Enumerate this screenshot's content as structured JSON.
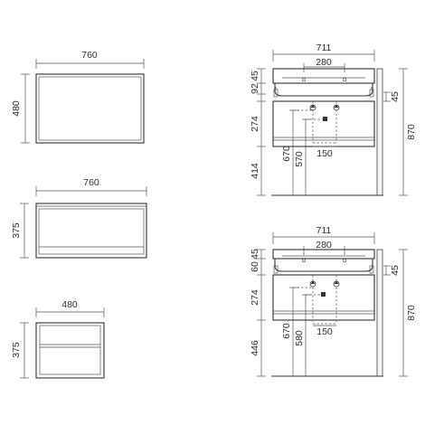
{
  "colors": {
    "line": "#333333",
    "text": "#2e2e2e",
    "background": "#ffffff"
  },
  "icons": [
    "trap-icon",
    "inlet-icon"
  ],
  "views": {
    "top_front": {
      "width": "760",
      "height": "480"
    },
    "front": {
      "width": "760",
      "height": "375"
    },
    "side": {
      "depth": "480",
      "height": "375"
    },
    "section_upper": {
      "basin_width": "711",
      "tap_spacing": "280",
      "rim_a": "92",
      "rim_b": "45",
      "bracket": "45",
      "cabinet_height": "274",
      "drain_a": "670",
      "drain_b": "570",
      "floor_clear": "414",
      "drain_spacing": "150",
      "total_height": "870"
    },
    "section_lower": {
      "basin_width": "711",
      "tap_spacing": "280",
      "rim_a": "60",
      "rim_b": "45",
      "bracket": "45",
      "cabinet_height": "274",
      "drain_a": "670",
      "drain_b": "580",
      "floor_clear": "446",
      "drain_spacing": "150",
      "total_height": "870"
    }
  }
}
